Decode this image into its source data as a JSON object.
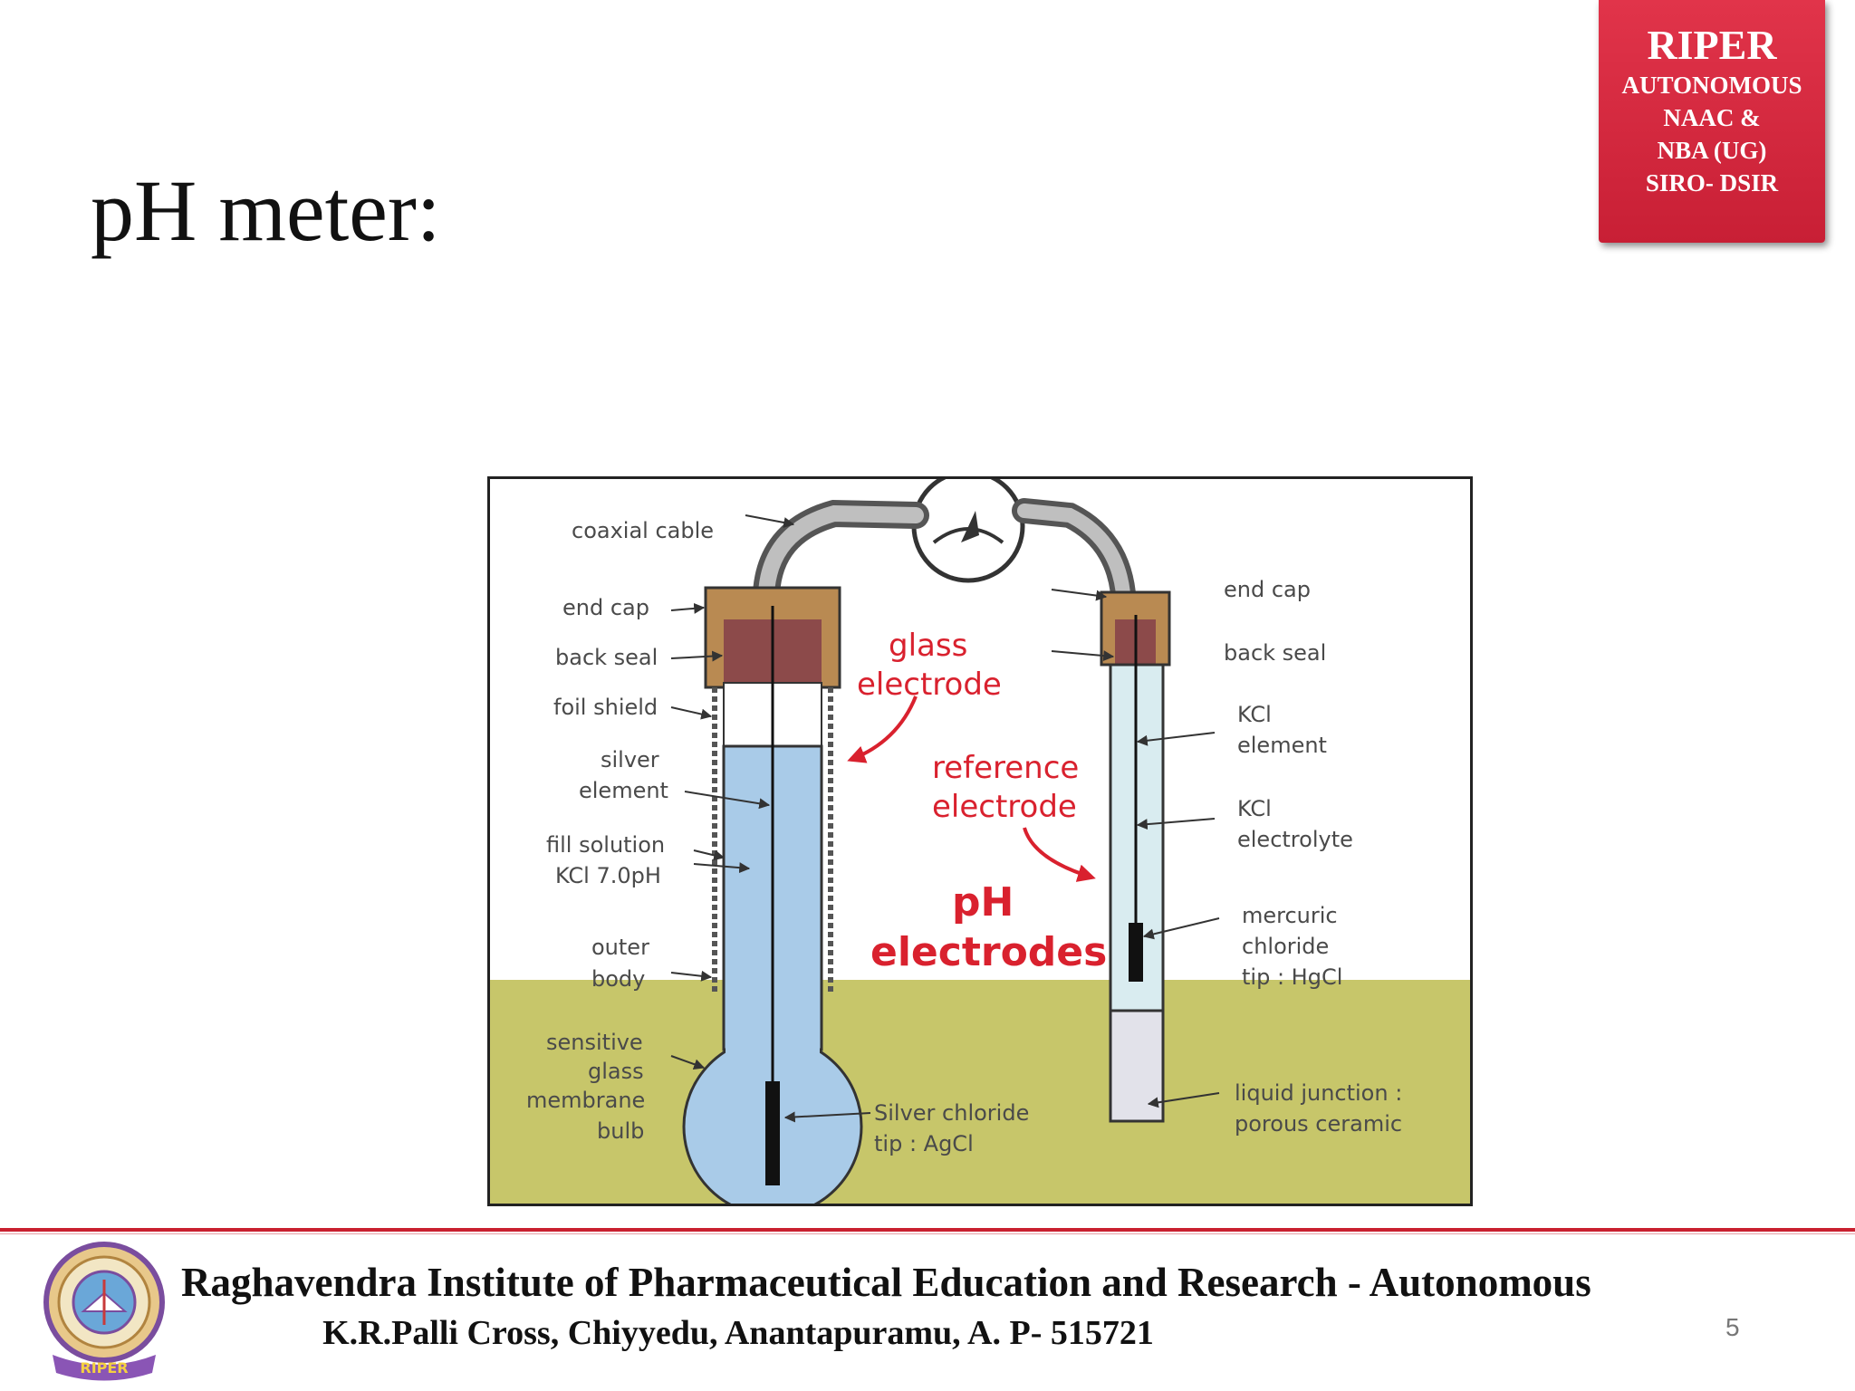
{
  "slide": {
    "title": "pH meter:",
    "page_number": "5"
  },
  "badge": {
    "title": "RIPER",
    "lines": [
      "AUTONOMOUS",
      "NAAC &",
      "NBA (UG)",
      "SIRO- DSIR"
    ],
    "color": "#d42a3f"
  },
  "footer": {
    "institute": "Raghavendra Institute of Pharmaceutical Education and Research - Autonomous",
    "address": "K.R.Palli Cross, Chiyyedu, Anantapuramu, A. P- 515721",
    "logo_text": "RIPER",
    "accent_color": "#c9202f"
  },
  "diagram": {
    "labels": {
      "coaxial_cable": "coaxial cable",
      "end_cap_left": "end cap",
      "back_seal_left": "back seal",
      "foil_shield": "foil shield",
      "silver_1": "silver",
      "silver_2": "element",
      "fill_1": "fill solution",
      "fill_2": "KCl 7.0pH",
      "outer_1": "outer",
      "outer_2": "body",
      "bulb_1": "sensitive",
      "bulb_2": "glass",
      "bulb_3": "membrane",
      "bulb_4": "bulb",
      "agcl_1": "Silver chloride",
      "agcl_2": "tip : AgCl",
      "end_cap_right": "end cap",
      "back_seal_right": "back seal",
      "kcl_el_1": "KCl",
      "kcl_el_2": "element",
      "kcl_ly_1": "KCl",
      "kcl_ly_2": "electrolyte",
      "merc_1": "mercuric",
      "merc_2": "chloride",
      "merc_3": "tip : HgCl",
      "junc_1": "liquid junction :",
      "junc_2": "porous ceramic"
    },
    "red_labels": {
      "glass_1": "glass",
      "glass_2": "electrode",
      "ref_1": "reference",
      "ref_2": "electrode",
      "ph_1": "pH",
      "ph_2": "electrodes"
    },
    "colors": {
      "solution": "#a9cbe8",
      "ground": "#c7c66a",
      "cap": "#b98a52",
      "seal": "#8c4a4a",
      "annotation": "#d9212e"
    }
  }
}
